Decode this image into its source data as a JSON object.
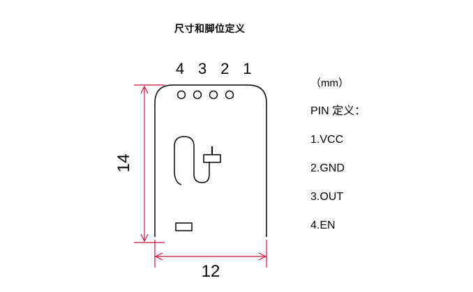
{
  "title": "尺寸和脚位定义",
  "pin_numbers": [
    "4",
    "3",
    "2",
    "1"
  ],
  "unit_label": "（mm）",
  "pin_definition_header": "PIN 定义：",
  "pins": [
    "1.VCC",
    "2.GND",
    "3.OUT",
    "4.EN"
  ],
  "dimensions": {
    "height_label": "14",
    "width_label": "12",
    "color": "#c0143c"
  }
}
